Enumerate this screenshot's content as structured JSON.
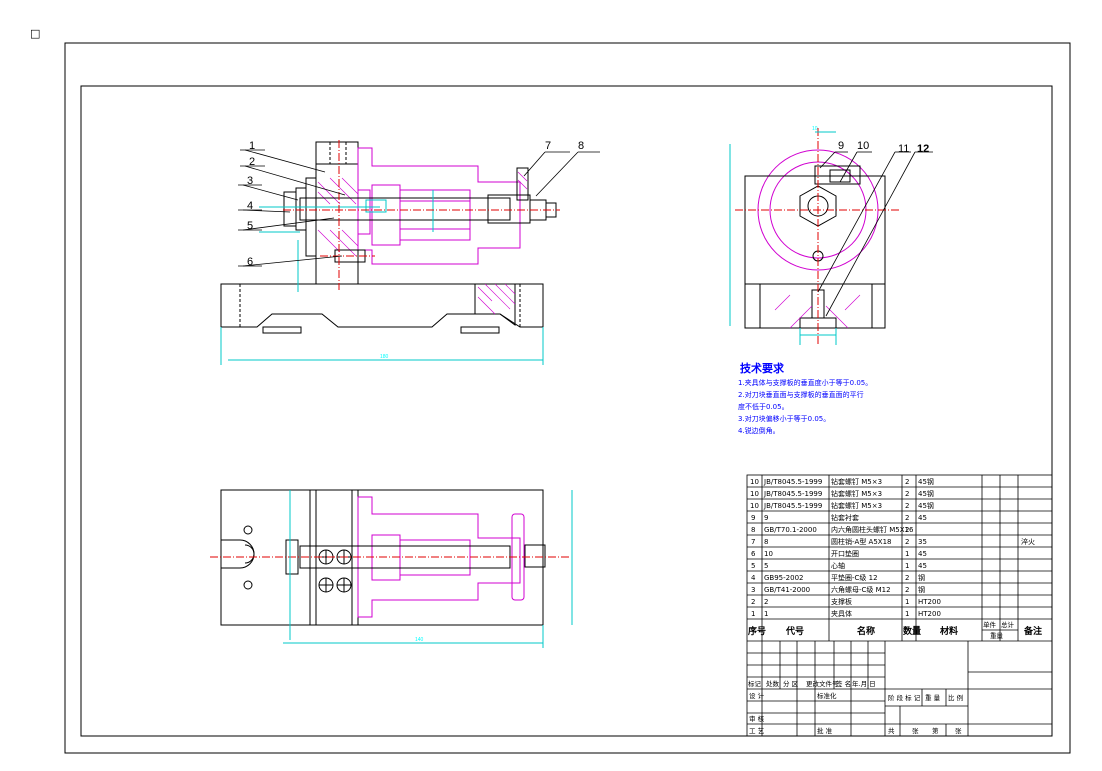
{
  "window_marker": "□",
  "balloons": [
    "1",
    "2",
    "3",
    "4",
    "5",
    "6",
    "7",
    "8",
    "9",
    "10",
    "11",
    "12"
  ],
  "tech_requirements": {
    "title": "技术要求",
    "lines": [
      "1.夹具体与支撑板的垂直度小于等于0.05。",
      "2.对刀块垂直面与支撑板的垂直面的平行",
      "度不低于0.05。",
      "3.对刀块偏移小于等于0.05。",
      "4.锐边倒角。"
    ]
  },
  "parts_list": {
    "rows": [
      {
        "no": "10",
        "code": "JB/T8045.5-1999",
        "name": "钻套螺钉 M5×3",
        "qty": "2",
        "material": "45钢",
        "note": ""
      },
      {
        "no": "10",
        "code": "JB/T8045.5-1999",
        "name": "钻套螺钉 M5×3",
        "qty": "2",
        "material": "45钢",
        "note": ""
      },
      {
        "no": "10",
        "code": "JB/T8045.5-1999",
        "name": "钻套螺钉 M5×3",
        "qty": "2",
        "material": "45钢",
        "note": ""
      },
      {
        "no": "9",
        "code": "9",
        "name": "钻套衬套",
        "qty": "2",
        "material": "45",
        "note": ""
      },
      {
        "no": "8",
        "code": "GB/T70.1-2000",
        "name": "内六角圆柱头螺钉 M5X16",
        "qty": "2",
        "material": "",
        "note": ""
      },
      {
        "no": "7",
        "code": "8",
        "name": "圆柱销-A型 A5X18",
        "qty": "2",
        "material": "35",
        "note": "淬火"
      },
      {
        "no": "6",
        "code": "10",
        "name": "开口垫圈",
        "qty": "1",
        "material": "45",
        "note": ""
      },
      {
        "no": "5",
        "code": "5",
        "name": "心轴",
        "qty": "1",
        "material": "45",
        "note": ""
      },
      {
        "no": "4",
        "code": "GB95-2002",
        "name": "平垫圈-C级 12",
        "qty": "2",
        "material": "钢",
        "note": ""
      },
      {
        "no": "3",
        "code": "GB/T41-2000",
        "name": "六角螺母-C级 M12",
        "qty": "2",
        "material": "钢",
        "note": ""
      },
      {
        "no": "2",
        "code": "2",
        "name": "支撑板",
        "qty": "1",
        "material": "HT200",
        "note": ""
      },
      {
        "no": "1",
        "code": "1",
        "name": "夹具体",
        "qty": "1",
        "material": "HT200",
        "note": ""
      }
    ],
    "header": {
      "no": "序号",
      "code": "代号",
      "name": "名称",
      "qty": "数量",
      "material": "材料",
      "unit_weight": "单件",
      "total_weight": "总计",
      "weight": "重量",
      "note": "备注"
    }
  },
  "title_block": {
    "row_labels": [
      "标记",
      "处数",
      "分 区",
      "更改文件号",
      "签 名",
      "年.月.日"
    ],
    "design": "设 计",
    "standard": "标准化",
    "stage": "阶 段 标 记",
    "weight": "重 量",
    "scale": "比 例",
    "review": "审 核",
    "process": "工 艺",
    "approve": "批 准",
    "sheets": "共",
    "sheet_of": "张",
    "sheet_no": "第",
    "sheet_no2": "张"
  }
}
